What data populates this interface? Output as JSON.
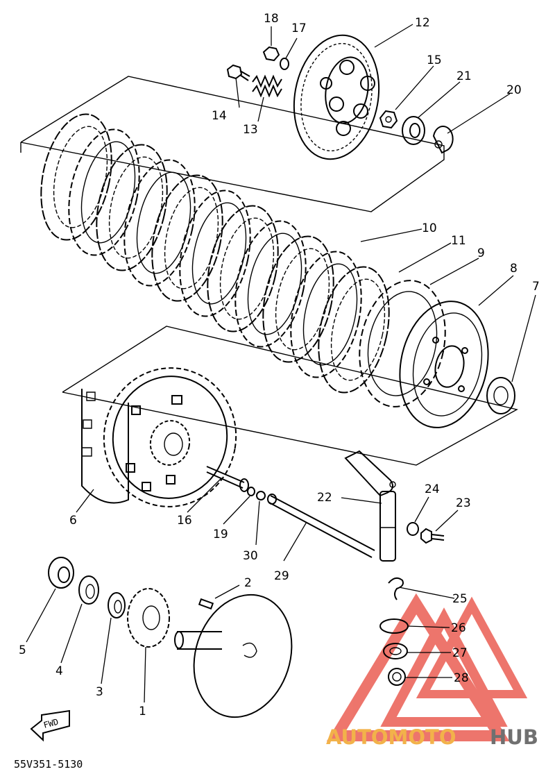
{
  "diagram": {
    "code": "55V351-5130",
    "fwd_label": "FWD",
    "callouts": [
      {
        "id": "1",
        "label": "1"
      },
      {
        "id": "2",
        "label": "2"
      },
      {
        "id": "3",
        "label": "3"
      },
      {
        "id": "4",
        "label": "4"
      },
      {
        "id": "5",
        "label": "5"
      },
      {
        "id": "6",
        "label": "6"
      },
      {
        "id": "7",
        "label": "7"
      },
      {
        "id": "8",
        "label": "8"
      },
      {
        "id": "9",
        "label": "9"
      },
      {
        "id": "10",
        "label": "10"
      },
      {
        "id": "11",
        "label": "11"
      },
      {
        "id": "12",
        "label": "12"
      },
      {
        "id": "13",
        "label": "13"
      },
      {
        "id": "14",
        "label": "14"
      },
      {
        "id": "15",
        "label": "15"
      },
      {
        "id": "16",
        "label": "16"
      },
      {
        "id": "17",
        "label": "17"
      },
      {
        "id": "18",
        "label": "18"
      },
      {
        "id": "19",
        "label": "19"
      },
      {
        "id": "20",
        "label": "20"
      },
      {
        "id": "21",
        "label": "21"
      },
      {
        "id": "22",
        "label": "22"
      },
      {
        "id": "23",
        "label": "23"
      },
      {
        "id": "24",
        "label": "24"
      },
      {
        "id": "25",
        "label": "25"
      },
      {
        "id": "26",
        "label": "26"
      },
      {
        "id": "27",
        "label": "27"
      },
      {
        "id": "28",
        "label": "28"
      },
      {
        "id": "29",
        "label": "29"
      },
      {
        "id": "30",
        "label": "30"
      }
    ]
  },
  "watermark": {
    "text_left": "AUTOMOTO",
    "text_right": "HUB",
    "color_left": "#f2b24a",
    "color_right": "#707070",
    "logo_color": "#e8483c"
  }
}
